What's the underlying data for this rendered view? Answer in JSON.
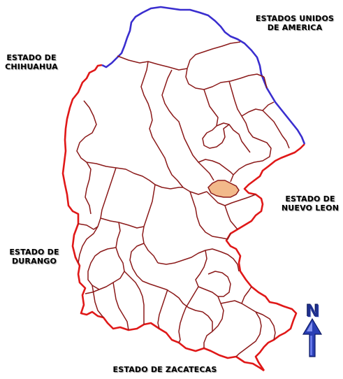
{
  "labels": {
    "usa": [
      "ESTADOS UNIDOS",
      "DE AMERICA"
    ],
    "chihuahua": [
      "ESTADO DE",
      "CHIHUAHUA"
    ],
    "nuevo_leon": [
      "ESTADO DE",
      "NUEVO LEON"
    ],
    "durango": [
      "ESTADO DE",
      "DURANGO"
    ],
    "zacatecas": "ESTADO DE ZACATECAS"
  },
  "compass": {
    "letter": "N"
  },
  "colors": {
    "international_border": "#3a2ecf",
    "state_border": "#e01818",
    "municipal_border": "#8b1a1a",
    "highlight_fill": "#f2b98a",
    "compass": "#2a3fb5"
  }
}
